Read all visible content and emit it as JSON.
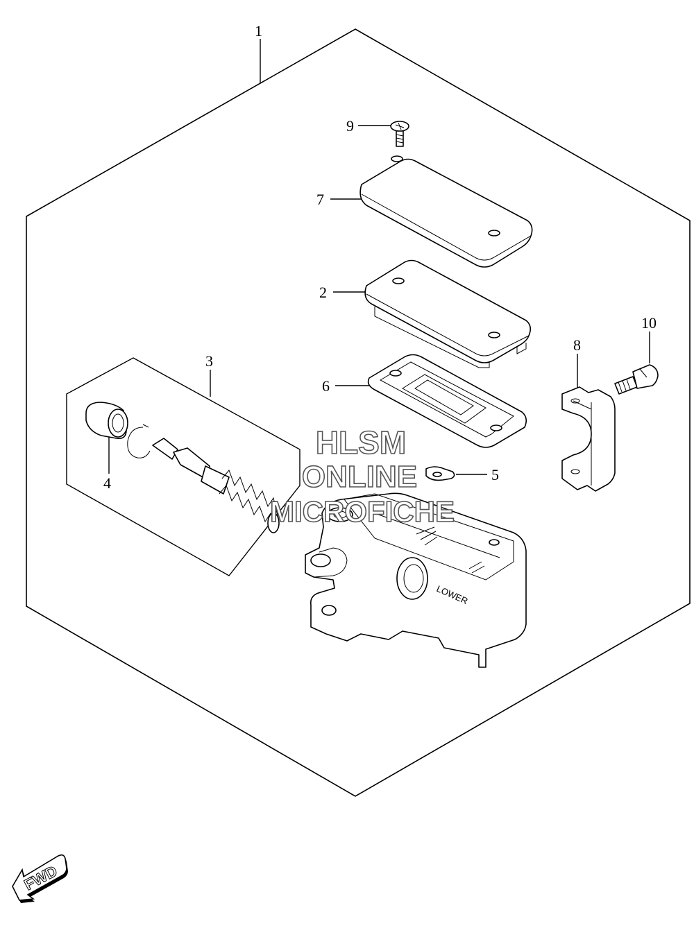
{
  "callouts": [
    {
      "id": "1",
      "label": "1"
    },
    {
      "id": "2",
      "label": "2"
    },
    {
      "id": "3",
      "label": "3"
    },
    {
      "id": "4",
      "label": "4"
    },
    {
      "id": "5",
      "label": "5"
    },
    {
      "id": "6",
      "label": "6"
    },
    {
      "id": "7",
      "label": "7"
    },
    {
      "id": "8",
      "label": "8"
    },
    {
      "id": "9",
      "label": "9"
    },
    {
      "id": "10",
      "label": "10"
    }
  ],
  "watermark": {
    "line1": "HLSM",
    "line2": "ONLINE",
    "line3": "MICROFICHE"
  },
  "body_marking": "LOWER",
  "direction_arrow": {
    "label": "FWD"
  },
  "icons": {
    "direction": "fwd-arrow-icon"
  }
}
